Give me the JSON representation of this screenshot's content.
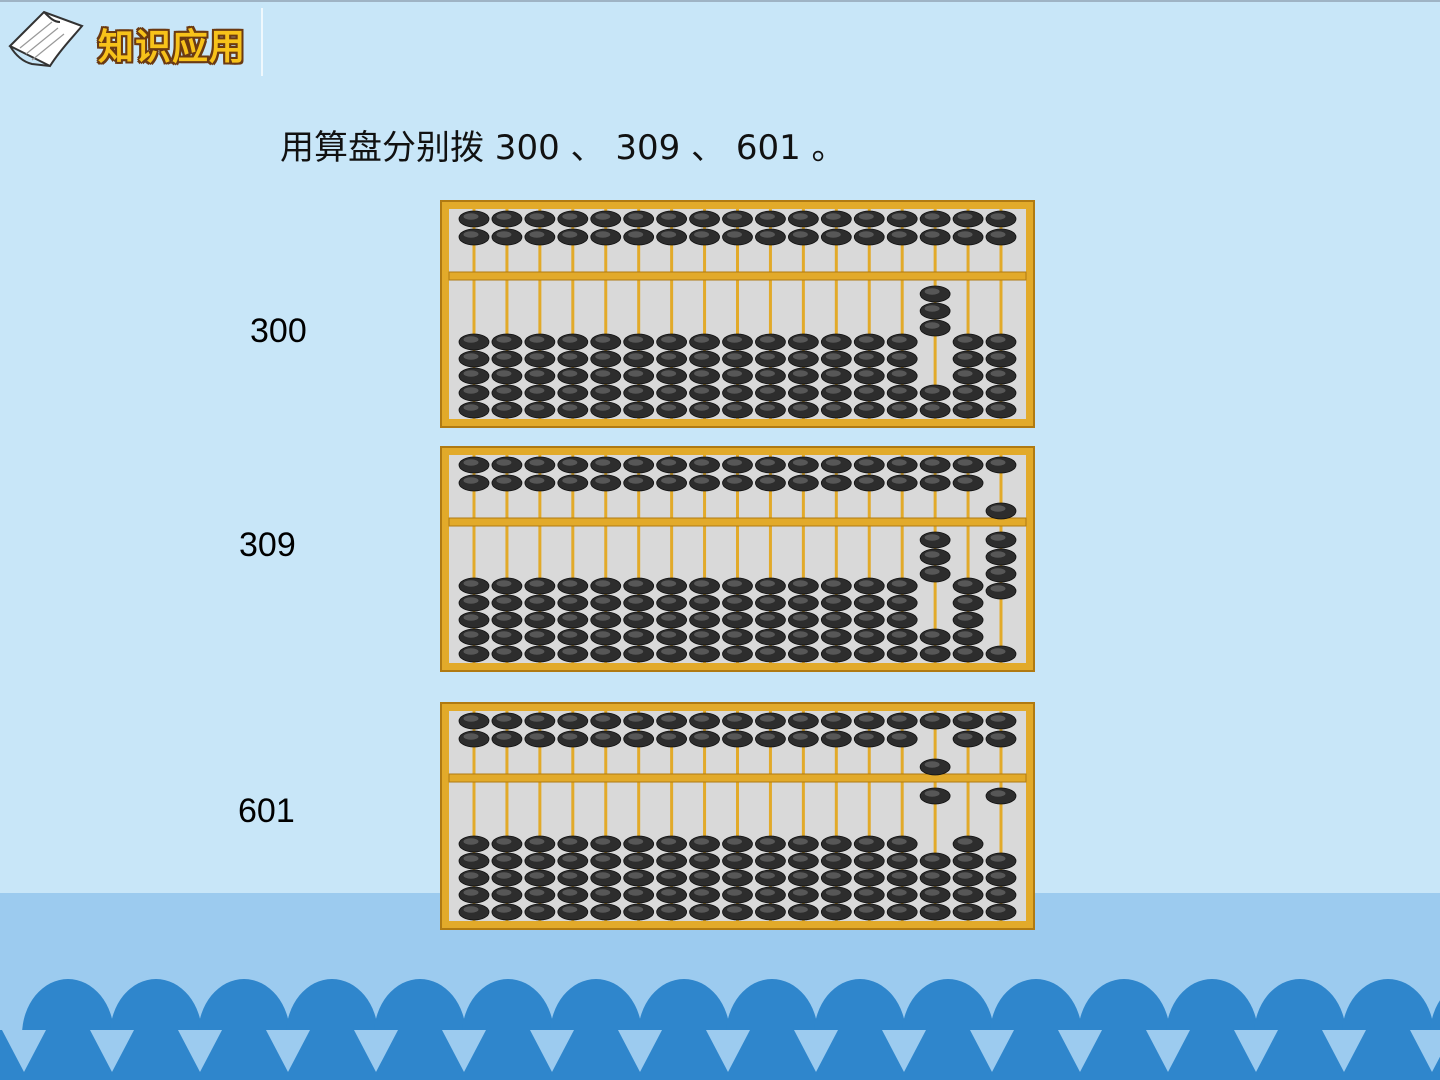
{
  "header": {
    "title": "知识应用",
    "icon": "book-icon"
  },
  "instruction": "用算盘分别拨 300 、 309 、 601 。",
  "abaci": [
    {
      "label": "300",
      "rods": 17,
      "upper_active": [
        0,
        0,
        0,
        0,
        0,
        0,
        0,
        0,
        0,
        0,
        0,
        0,
        0,
        0,
        0,
        0,
        0
      ],
      "lower_active": [
        0,
        0,
        0,
        0,
        0,
        0,
        0,
        0,
        0,
        0,
        0,
        0,
        0,
        0,
        3,
        0,
        0
      ]
    },
    {
      "label": "309",
      "rods": 17,
      "upper_active": [
        0,
        0,
        0,
        0,
        0,
        0,
        0,
        0,
        0,
        0,
        0,
        0,
        0,
        0,
        0,
        0,
        1
      ],
      "lower_active": [
        0,
        0,
        0,
        0,
        0,
        0,
        0,
        0,
        0,
        0,
        0,
        0,
        0,
        0,
        3,
        0,
        4
      ]
    },
    {
      "label": "601",
      "rods": 17,
      "upper_active": [
        0,
        0,
        0,
        0,
        0,
        0,
        0,
        0,
        0,
        0,
        0,
        0,
        0,
        0,
        1,
        0,
        0
      ],
      "lower_active": [
        0,
        0,
        0,
        0,
        0,
        0,
        0,
        0,
        0,
        0,
        0,
        0,
        0,
        0,
        1,
        0,
        1
      ]
    }
  ],
  "colors": {
    "frame": "#e2aa2a",
    "frame_dark": "#b07a12",
    "board": "#d9d9d9",
    "bead": "#2d2d2d",
    "background": "#c8e6f8",
    "sea": "#9ccbef",
    "wave": "#2f86cc"
  }
}
